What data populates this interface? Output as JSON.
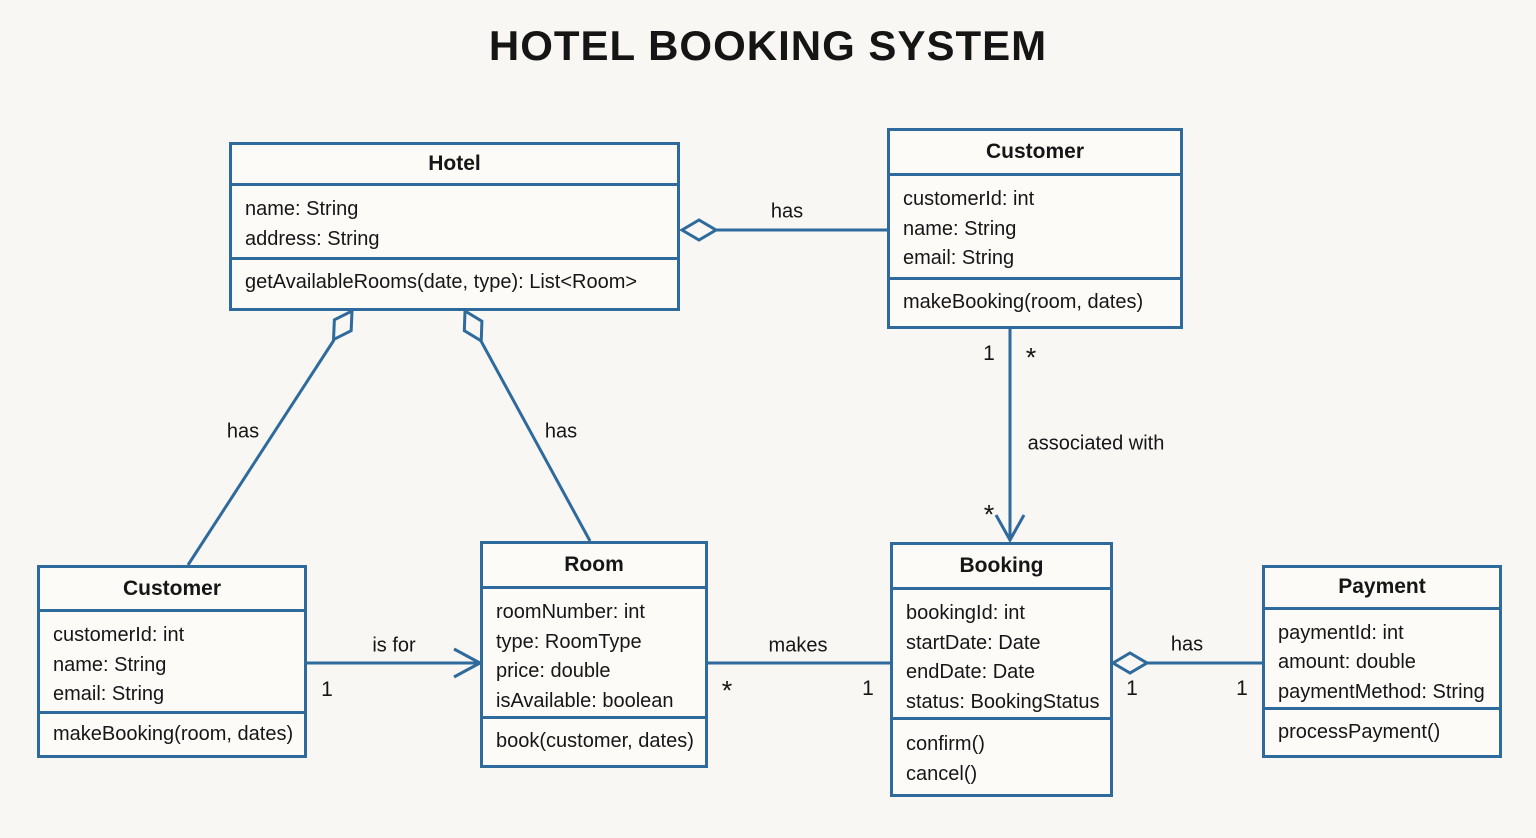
{
  "title": "HOTEL BOOKING SYSTEM",
  "colors": {
    "accent": "#2f6a9d",
    "background": "#f8f7f3",
    "box_fill": "#fcfbf8",
    "text": "#161616"
  },
  "classes": {
    "hotel": {
      "name": "Hotel",
      "attributes": [
        "name: String",
        "address: String"
      ],
      "methods": [
        "getAvailableRooms(date, type): List<Room>"
      ]
    },
    "customer_top": {
      "name": "Customer",
      "attributes": [
        "customerId: int",
        "name: String",
        "email: String"
      ],
      "methods": [
        "makeBooking(room, dates)"
      ]
    },
    "customer_bottom": {
      "name": "Customer",
      "attributes": [
        "customerId: int",
        "name: String",
        "email: String"
      ],
      "methods": [
        "makeBooking(room, dates)"
      ]
    },
    "room": {
      "name": "Room",
      "attributes": [
        "roomNumber: int",
        "type: RoomType",
        "price: double",
        "isAvailable: boolean"
      ],
      "methods": [
        "book(customer, dates)"
      ]
    },
    "booking": {
      "name": "Booking",
      "attributes": [
        "bookingId: int",
        "startDate: Date",
        "endDate: Date",
        "status: BookingStatus"
      ],
      "methods": [
        "confirm()",
        "cancel()"
      ]
    },
    "payment": {
      "name": "Payment",
      "attributes": [
        "paymentId: int",
        "amount: double",
        "paymentMethod: String"
      ],
      "methods": [
        "processPayment()"
      ]
    }
  },
  "relationships": {
    "hotel_customer_top": {
      "label": "has"
    },
    "hotel_customer_bottom": {
      "label": "has"
    },
    "hotel_room": {
      "label": "has"
    },
    "customer_booking": {
      "label": "associated with",
      "m_customer_side": "1",
      "m_customer_side_alt": "*",
      "m_booking_side": "*"
    },
    "customer_room": {
      "label": "is for",
      "m_customer_side": "1"
    },
    "room_booking": {
      "label": "makes",
      "m_room_side": "*",
      "m_booking_side": "1"
    },
    "booking_payment": {
      "label": "has",
      "m_booking_side": "1",
      "m_payment_side": "1"
    }
  }
}
